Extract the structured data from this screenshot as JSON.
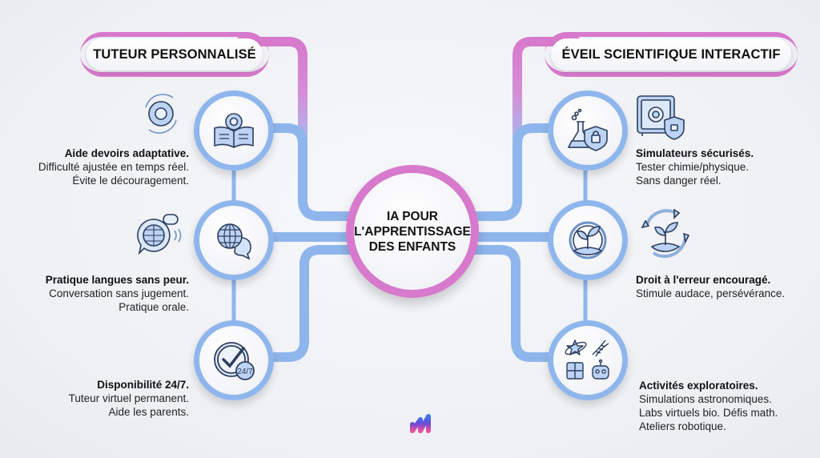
{
  "center": {
    "lines": [
      "IA POUR",
      "L'APPRENTISSAGE",
      "DES ENFANTS"
    ]
  },
  "left_branch": {
    "title": "TUTEUR PERSONNALISÉ",
    "items": [
      {
        "icon": "book-gear-icon",
        "side_icon": "gear-refresh-icon",
        "title": "Aide devoirs adaptative.",
        "lines": [
          "Difficulté ajustée en temps réel.",
          "Évite le découragement."
        ]
      },
      {
        "icon": "globe-chat-icon",
        "side_icon": "globe-speech-icon",
        "title": "Pratique langues sans peur.",
        "lines": [
          "Conversation sans jugement.",
          "Pratique orale."
        ]
      },
      {
        "icon": "clock-check-24-7-icon",
        "title": "Disponibilité 24/7.",
        "lines": [
          "Tuteur virtuel permanent.",
          "Aide les parents."
        ]
      }
    ]
  },
  "right_branch": {
    "title": "ÉVEIL SCIENTIFIQUE INTERACTIF",
    "items": [
      {
        "icon": "flask-shield-icon",
        "side_icon": "safe-lock-icon",
        "title": "Simulateurs sécurisés.",
        "lines": [
          "Tester chimie/physique.",
          "Sans danger réel."
        ]
      },
      {
        "icon": "sprout-cycle-icon",
        "side_icon": "sprout-arrows-icon",
        "title": "Droit à l'erreur encouragé.",
        "lines": [
          "Stimule audace, persévérance."
        ]
      },
      {
        "icon": "science-activities-icon",
        "title": "Activités exploratoires.",
        "lines": [
          "Simulations astronomiques.",
          "Labs virtuels bio. Défis math.",
          "Ateliers robotique."
        ]
      }
    ]
  },
  "badge_247": "24/7",
  "colors": {
    "branch_pink": "#d779cc",
    "branch_blue": "#8fb6ec",
    "icon_fill": "#bcd3f4",
    "icon_stroke": "#2d3e5e"
  }
}
